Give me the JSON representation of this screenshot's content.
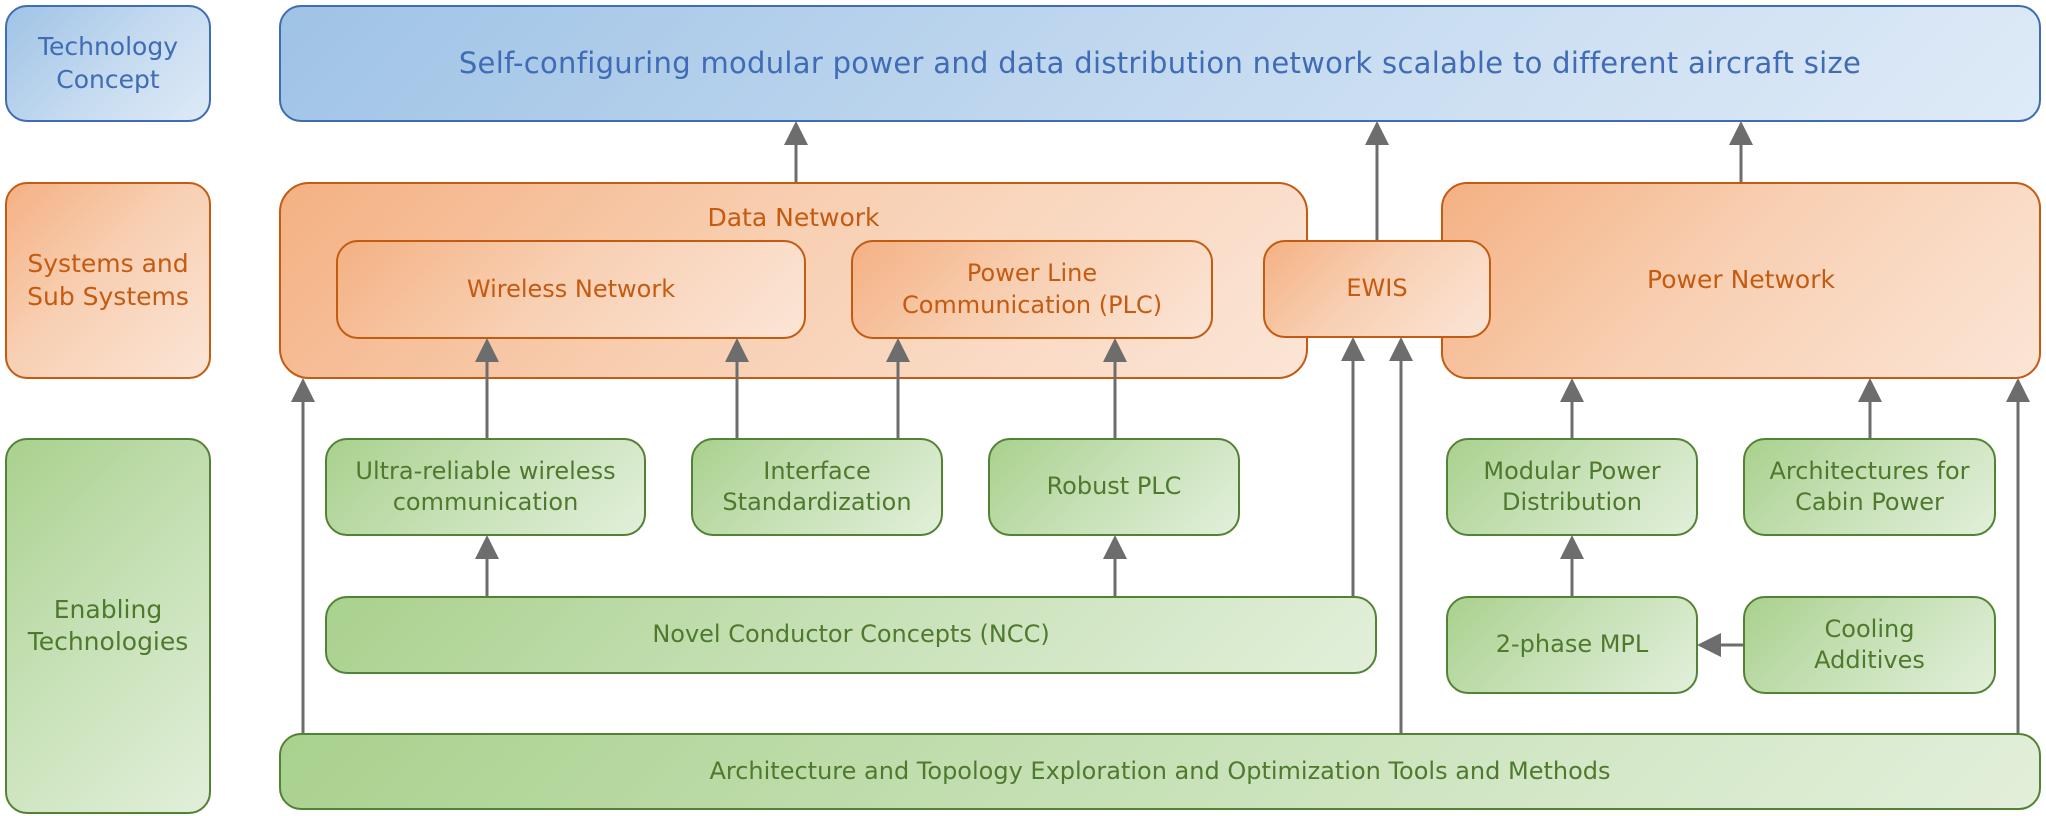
{
  "levels": {
    "technology_concept": "Technology\nConcept",
    "systems": "Systems and\nSub Systems",
    "enabling": "Enabling\nTechnologies"
  },
  "concept": {
    "title": "Self-configuring modular power and data distribution network scalable to different aircraft size"
  },
  "systems": {
    "data_network": {
      "title": "Data Network",
      "wireless": "Wireless Network",
      "plc": "Power Line\nCommunication (PLC)"
    },
    "ewis": "EWIS",
    "power_network": "Power Network"
  },
  "enabling": {
    "ultra_reliable": "Ultra-reliable wireless\ncommunication",
    "interface_std": "Interface\nStandardization",
    "robust_plc": "Robust PLC",
    "ncc": "Novel Conductor Concepts (NCC)",
    "modular_power": "Modular Power\nDistribution",
    "cabin_power": "Architectures for\nCabin Power",
    "two_phase_mpl": "2-phase MPL",
    "cooling": "Cooling\nAdditives",
    "tools": "Architecture and Topology Exploration and Optimization Tools and Methods"
  },
  "colors": {
    "concept": "#3f6cb5",
    "systems": "#c55a11",
    "enabling": "#548235",
    "arrow": "#6d6d6d"
  }
}
